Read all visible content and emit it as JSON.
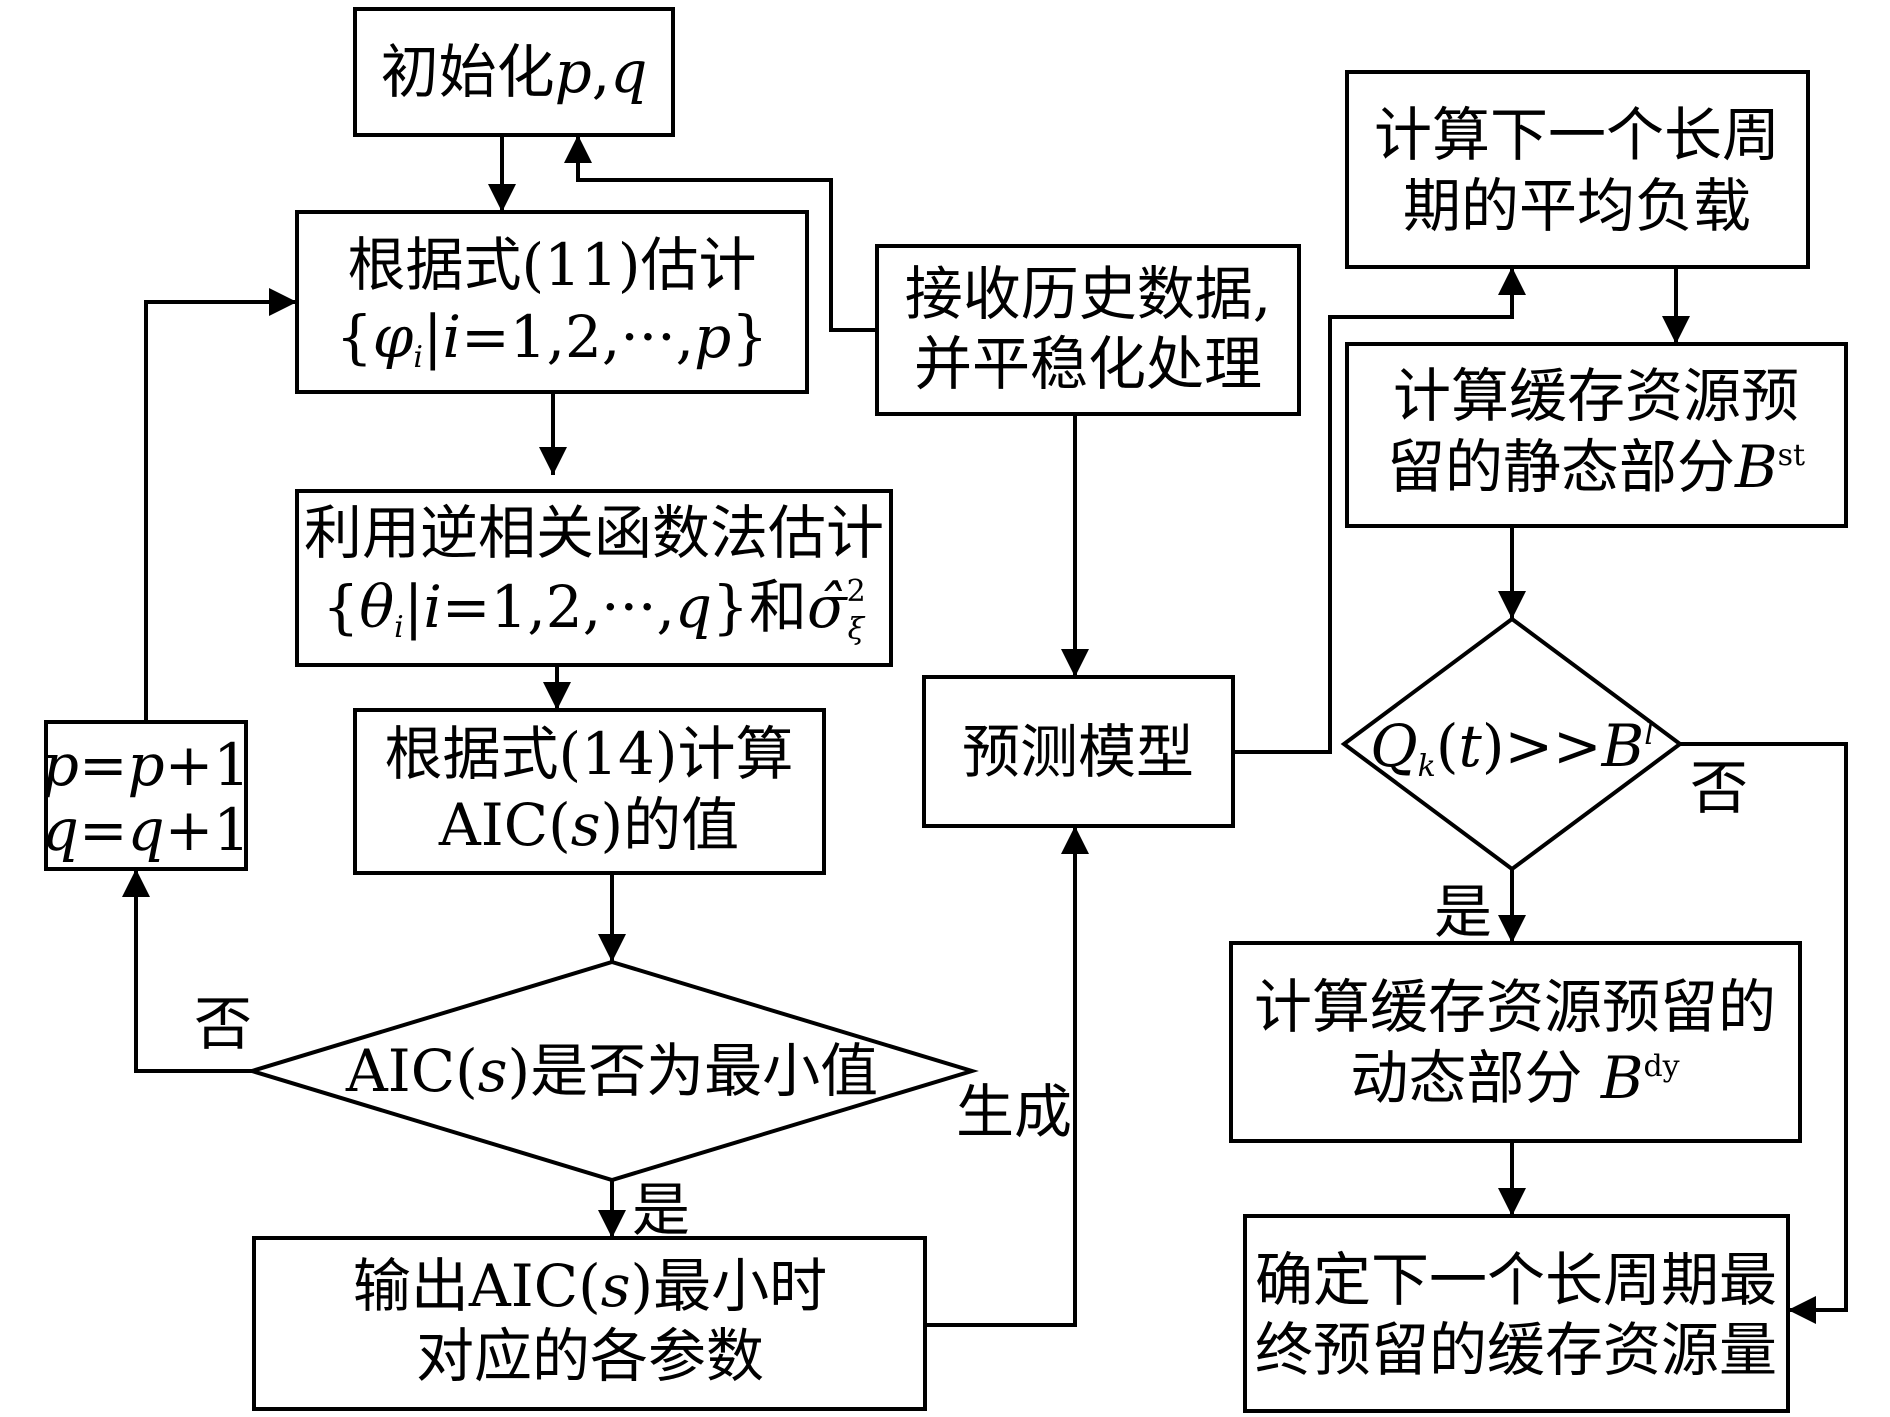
{
  "nodes": {
    "init": {
      "l1": "初始化",
      "p": "p",
      "comma": ",",
      "q": "q"
    },
    "estimate_phi": {
      "l1": "根据式(11)估计",
      "l2": {
        "open": "{",
        "phi": "φ",
        "sub_i": "i",
        "bar": "|",
        "i": "i",
        "rest": "=1,2,···,",
        "p": "p",
        "close": "}"
      }
    },
    "estimate_theta": {
      "l1": "利用逆相关函数法估计",
      "l2": {
        "open": "{",
        "theta": "θ",
        "sub_i": "i",
        "bar": "|",
        "i": "i",
        "rest": "=1,2,···,",
        "q": "q",
        "close": "}",
        "and": "和",
        "sigma": "σ̂",
        "sup": "2",
        "sub": "ξ"
      }
    },
    "calc_aic": {
      "l1": "根据式(14)计算",
      "l2a": "AIC(",
      "s": "s",
      "l2b": ")的值"
    },
    "aic_min": {
      "a": "AIC(",
      "s": "s",
      "b": ")是否为最小值"
    },
    "output": {
      "l1a": "输出AIC(",
      "s": "s",
      "l1b": ")最小时",
      "l2": "对应的各参数"
    },
    "increment": {
      "p1": "p",
      "p_eq": "=",
      "p2": "p",
      "p_plus": "+1",
      "q1": "q",
      "q_eq": "=",
      "q2": "q",
      "q_plus": "+1"
    },
    "receive": {
      "l1": "接收历史数据,",
      "l2": "并平稳化处理"
    },
    "model": {
      "label": "预测模型"
    },
    "avg_load": {
      "l1": "计算下一个长周",
      "l2": "期的平均负载"
    },
    "static": {
      "l1": "计算缓存资源预",
      "l2": "留的静态部分",
      "B": "B",
      "sup": "st"
    },
    "decision": {
      "Q": "Q",
      "sub": "k",
      "t1": "(",
      "t": "t",
      "t2": ")>>",
      "B": "B",
      "sup": "l"
    },
    "dynamic": {
      "l1": "计算缓存资源预留的",
      "l2": "动态部分 ",
      "B": "B",
      "sup": "dy"
    },
    "final": {
      "l1": "确定下一个长周期最",
      "l2": "终预留的缓存资源量"
    }
  },
  "labels": {
    "no_left": "否",
    "yes_left": "是",
    "generate": "生成",
    "no_right": "否",
    "yes_right": "是"
  }
}
